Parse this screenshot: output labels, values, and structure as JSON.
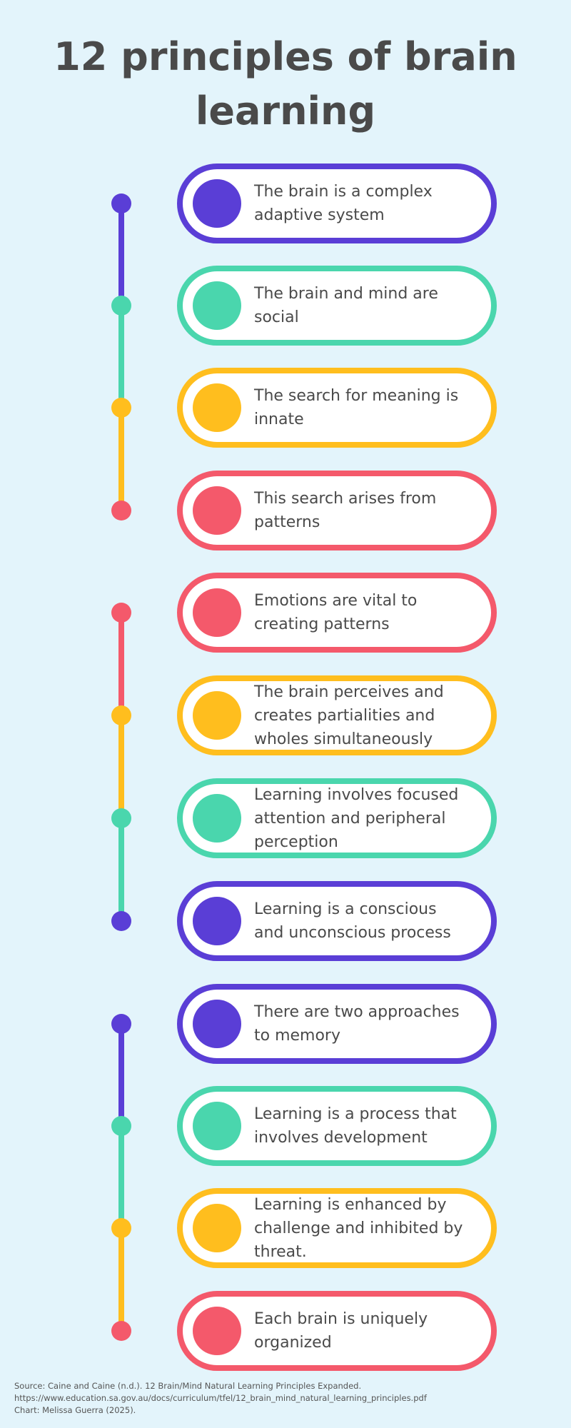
{
  "title": "12 principles of brain learning",
  "colors": {
    "background": "#E3F4FB",
    "purple": "#5A3ED6",
    "teal": "#4AD6AD",
    "yellow": "#FFBE1E",
    "red": "#F4596B",
    "text": "#4A4A4A"
  },
  "principles": [
    {
      "text": "The brain is a complex adaptive system",
      "color": "purple"
    },
    {
      "text": "The brain and mind are social",
      "color": "teal"
    },
    {
      "text": "The search for meaning is innate",
      "color": "yellow"
    },
    {
      "text": "This search arises from patterns",
      "color": "red"
    },
    {
      "text": "Emotions are vital to creating patterns",
      "color": "red"
    },
    {
      "text": "The brain perceives and creates partialities and wholes simultaneously",
      "color": "yellow"
    },
    {
      "text": "Learning involves focused attention and peripheral perception",
      "color": "teal"
    },
    {
      "text": "Learning is a conscious and unconscious process",
      "color": "purple"
    },
    {
      "text": "There are two approaches to memory",
      "color": "purple"
    },
    {
      "text": "Learning is a process that involves development",
      "color": "teal"
    },
    {
      "text": "Learning is enhanced by challenge and inhibited by threat.",
      "color": "yellow"
    },
    {
      "text": "Each brain is uniquely organized",
      "color": "red"
    }
  ],
  "source": {
    "line1": "Source: Caine and Caine (n.d.). 12 Brain/Mind Natural Learning Principles Expanded.",
    "line2": "https://www.education.sa.gov.au/docs/curriculum/tfel/12_brain_mind_natural_learning_principles.pdf",
    "line3": "Chart: Melissa Guerra (2025)."
  }
}
